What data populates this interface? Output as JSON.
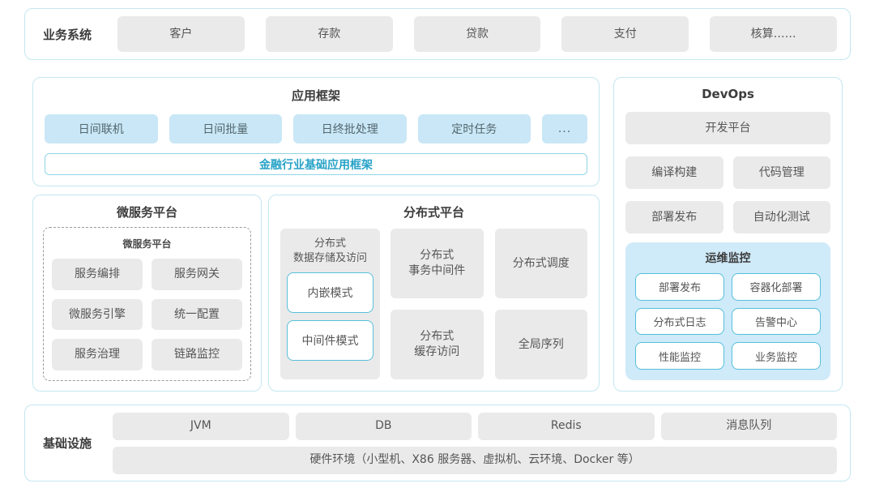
{
  "colors": {
    "panel_border": "#c4e7f1",
    "gray_box_bg": "#eaeaea",
    "blue_box_bg": "#c9e7f6",
    "monitor_bg": "#cfeaf8",
    "cyan_border": "#55c0da",
    "accent_text": "#27a3c7"
  },
  "business": {
    "label": "业务系统",
    "items": [
      "客户",
      "存款",
      "贷款",
      "支付",
      "核算……"
    ]
  },
  "app_framework": {
    "title": "应用框架",
    "modules": [
      "日间联机",
      "日间批量",
      "日终批处理",
      "定时任务"
    ],
    "more": "...",
    "base": "金融行业基础应用框架"
  },
  "microservice": {
    "title": "微服务平台",
    "inner_title": "微服务平台",
    "items": [
      "服务编排",
      "服务网关",
      "微服务引擎",
      "统一配置",
      "服务治理",
      "链路监控"
    ]
  },
  "distributed": {
    "title": "分布式平台",
    "storage": {
      "label": "分布式\n数据存储及访问",
      "modes": [
        "内嵌模式",
        "中间件模式"
      ]
    },
    "cells": [
      "分布式\n事务中间件",
      "分布式调度",
      "分布式\n缓存访问",
      "全局序列"
    ]
  },
  "devops": {
    "title": "DevOps",
    "platform": "开发平台",
    "tools": [
      "编译构建",
      "代码管理",
      "部署发布",
      "自动化测试"
    ],
    "monitoring": {
      "title": "运维监控",
      "items": [
        "部署发布",
        "容器化部署",
        "分布式日志",
        "告警中心",
        "性能监控",
        "业务监控"
      ]
    }
  },
  "infrastructure": {
    "label": "基础设施",
    "items": [
      "JVM",
      "DB",
      "Redis",
      "消息队列"
    ],
    "hardware": "硬件环境（小型机、X86 服务器、虚拟机、云环境、Docker 等）"
  }
}
